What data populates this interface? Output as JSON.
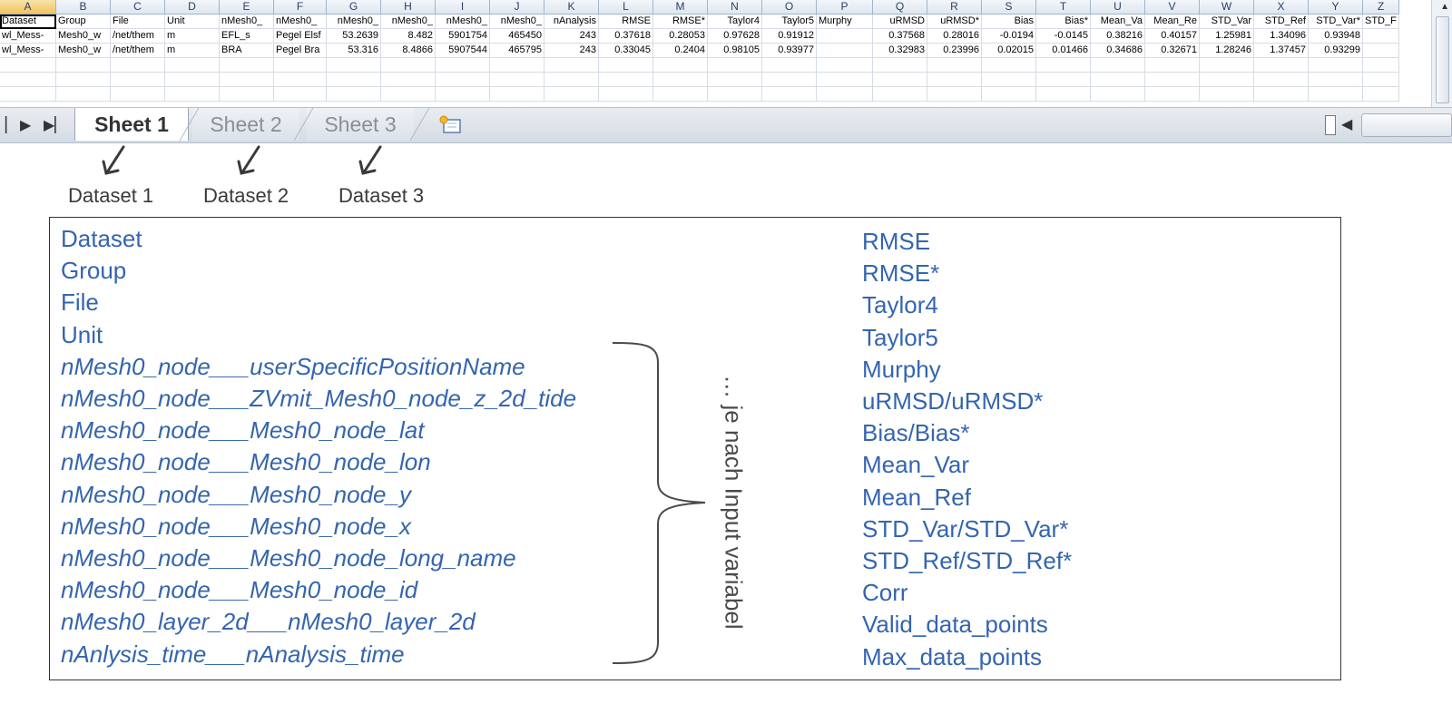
{
  "sheet": {
    "columns": [
      {
        "letter": "A",
        "w": 62
      },
      {
        "letter": "B",
        "w": 60
      },
      {
        "letter": "C",
        "w": 60
      },
      {
        "letter": "D",
        "w": 60
      },
      {
        "letter": "E",
        "w": 60
      },
      {
        "letter": "F",
        "w": 58
      },
      {
        "letter": "G",
        "w": 60
      },
      {
        "letter": "H",
        "w": 60
      },
      {
        "letter": "I",
        "w": 60
      },
      {
        "letter": "J",
        "w": 60
      },
      {
        "letter": "K",
        "w": 60
      },
      {
        "letter": "L",
        "w": 60
      },
      {
        "letter": "M",
        "w": 60
      },
      {
        "letter": "N",
        "w": 60
      },
      {
        "letter": "O",
        "w": 60
      },
      {
        "letter": "P",
        "w": 62
      },
      {
        "letter": "Q",
        "w": 60
      },
      {
        "letter": "R",
        "w": 60
      },
      {
        "letter": "S",
        "w": 60
      },
      {
        "letter": "T",
        "w": 60
      },
      {
        "letter": "U",
        "w": 60
      },
      {
        "letter": "V",
        "w": 60
      },
      {
        "letter": "W",
        "w": 60
      },
      {
        "letter": "X",
        "w": 60
      },
      {
        "letter": "Y",
        "w": 60
      },
      {
        "letter": "Z",
        "w": 40
      }
    ],
    "rows": [
      [
        "Dataset",
        "Group",
        "File",
        "Unit",
        "nMesh0_",
        "nMesh0_",
        "nMesh0_",
        "nMesh0_",
        "nMesh0_",
        "nMesh0_",
        "nAnalysis",
        "RMSE",
        "RMSE*",
        "Taylor4",
        "Taylor5",
        "Murphy",
        "uRMSD",
        "uRMSD*",
        "Bias",
        "Bias*",
        "Mean_Va",
        "Mean_Re",
        "STD_Var",
        "STD_Ref",
        "STD_Var*",
        "STD_F"
      ],
      [
        "wl_Mess-",
        "Mesh0_w",
        "/net/them",
        "m",
        "EFL_s",
        "Pegel Elsf",
        "53.2639",
        "8.482",
        "5901754",
        "465450",
        "243",
        "0.37618",
        "0.28053",
        "0.97628",
        "0.91912",
        "",
        "0.37568",
        "0.28016",
        "-0.0194",
        "-0.0145",
        "0.38216",
        "0.40157",
        "1.25981",
        "1.34096",
        "0.93948",
        ""
      ],
      [
        "wl_Mess-",
        "Mesh0_w",
        "/net/them",
        "m",
        "BRA",
        "Pegel Bra",
        "53.316",
        "8.4866",
        "5907544",
        "465795",
        "243",
        "0.33045",
        "0.2404",
        "0.98105",
        "0.93977",
        "",
        "0.32983",
        "0.23996",
        "0.02015",
        "0.01466",
        "0.34686",
        "0.32671",
        "1.28246",
        "1.37457",
        "0.93299",
        ""
      ],
      [
        "",
        "",
        "",
        "",
        "",
        "",
        "",
        "",
        "",
        "",
        "",
        "",
        "",
        "",
        "",
        "",
        "",
        "",
        "",
        "",
        "",
        "",
        "",
        "",
        "",
        ""
      ],
      [
        "",
        "",
        "",
        "",
        "",
        "",
        "",
        "",
        "",
        "",
        "",
        "",
        "",
        "",
        "",
        "",
        "",
        "",
        "",
        "",
        "",
        "",
        "",
        "",
        "",
        ""
      ],
      [
        "",
        "",
        "",
        "",
        "",
        "",
        "",
        "",
        "",
        "",
        "",
        "",
        "",
        "",
        "",
        "",
        "",
        "",
        "",
        "",
        "",
        "",
        "",
        "",
        "",
        ""
      ]
    ],
    "numeric_cols": [
      6,
      7,
      8,
      9,
      10,
      11,
      12,
      13,
      14,
      16,
      17,
      18,
      19,
      20,
      21,
      22,
      23,
      24
    ]
  },
  "tabs": [
    {
      "label": "Sheet 1",
      "active": true
    },
    {
      "label": "Sheet 2",
      "active": false
    },
    {
      "label": "Sheet 3",
      "active": false
    }
  ],
  "annotations": [
    "Dataset 1",
    "Dataset 2",
    "Dataset 3"
  ],
  "left_attributes": [
    {
      "text": "Dataset",
      "italic": false
    },
    {
      "text": "Group",
      "italic": false
    },
    {
      "text": "File",
      "italic": false
    },
    {
      "text": "Unit",
      "italic": false
    },
    {
      "text": "nMesh0_node___userSpecificPositionName",
      "italic": true
    },
    {
      "text": "nMesh0_node___ZVmit_Mesh0_node_z_2d_tide",
      "italic": true
    },
    {
      "text": "nMesh0_node___Mesh0_node_lat",
      "italic": true
    },
    {
      "text": "nMesh0_node___Mesh0_node_lon",
      "italic": true
    },
    {
      "text": "nMesh0_node___Mesh0_node_y",
      "italic": true
    },
    {
      "text": "nMesh0_node___Mesh0_node_x",
      "italic": true
    },
    {
      "text": "nMesh0_node___Mesh0_node_long_name",
      "italic": true
    },
    {
      "text": "nMesh0_node___Mesh0_node_id",
      "italic": true
    },
    {
      "text": "nMesh0_layer_2d___nMesh0_layer_2d",
      "italic": true
    },
    {
      "text": "nAnlysis_time___nAnalysis_time",
      "italic": true
    }
  ],
  "right_attributes": [
    "RMSE",
    "RMSE*",
    "Taylor4",
    "Taylor5",
    "Murphy",
    "uRMSD/uRMSD*",
    "Bias/Bias*",
    "Mean_Var",
    "Mean_Ref",
    "STD_Var/STD_Var*",
    "STD_Ref/STD_Ref*",
    "Corr",
    "Valid_data_points",
    "Max_data_points"
  ],
  "brace_note": "… je nach Input variabel",
  "colors": {
    "attribute_text": "#3465af",
    "annotation_text": "#3a3a3a"
  },
  "icons": {
    "first": "nav-first-icon",
    "prev": "nav-prev-icon",
    "next": "nav-next-icon",
    "last": "nav-last-icon",
    "insert": "insert-sheet-icon"
  }
}
